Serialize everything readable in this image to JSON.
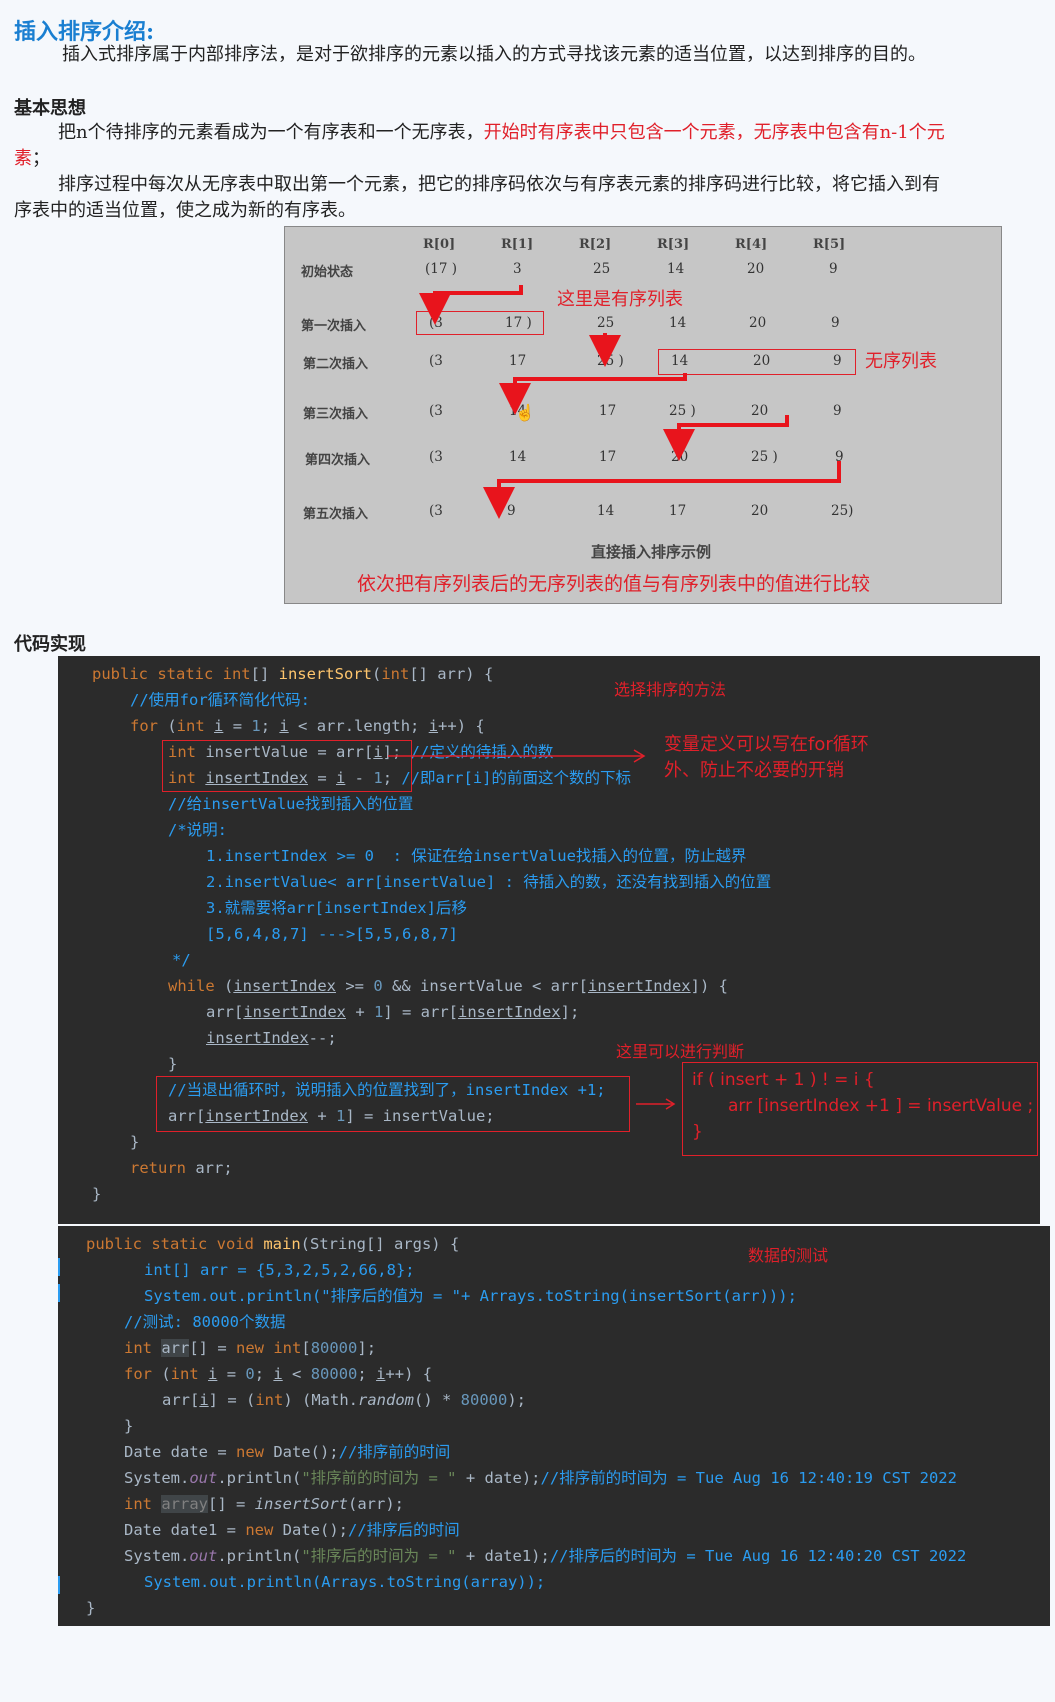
{
  "intro": {
    "title": "插入排序介绍:",
    "text": "插入式排序属于内部排序法，是对于欲排序的元素以插入的方式寻找该元素的适当位置，以达到排序的目的。"
  },
  "idea": {
    "heading": "基本思想",
    "p1_black": "把n个待排序的元素看成为一个有序表和一个无序表，",
    "p1_red": "开始时有序表中只包含一个元素，无序表中包含有n-1个元",
    "p1_red2": "素",
    "p1_end": "；",
    "p2_line1": "排序过程中每次从无序表中取出第一个元素，把它的排序码依次与有序表元素的排序码进行比较，将它插入到有",
    "p2_line2": "序表中的适当位置，使之成为新的有序表。"
  },
  "diagram": {
    "headers": [
      "R[0]",
      "R[1]",
      "R[2]",
      "R[3]",
      "R[4]",
      "R[5]"
    ],
    "rows": [
      {
        "label": "初始状态",
        "cells": [
          "(17 )",
          "3",
          "25",
          "14",
          "20",
          "9"
        ]
      },
      {
        "label": "第一次插入",
        "cells": [
          "(3",
          "17 )",
          "25",
          "14",
          "20",
          "9"
        ]
      },
      {
        "label": "第二次插入",
        "cells": [
          "(3",
          "17",
          "25 )",
          "14",
          "20",
          "9"
        ]
      },
      {
        "label": "第三次插入",
        "cells": [
          "(3",
          "14",
          "17",
          "25 )",
          "20",
          "9"
        ]
      },
      {
        "label": "第四次插入",
        "cells": [
          "(3",
          "14",
          "17",
          "20",
          "25 )",
          "9"
        ]
      },
      {
        "label": "第五次插入",
        "cells": [
          "(3",
          "9",
          "14",
          "17",
          "20",
          "25)"
        ]
      }
    ],
    "caption": "直接插入排序示例",
    "note_ordered": "这里是有序列表",
    "note_unordered": "无序列表",
    "bottom_note": "依次把有序列表后的无序列表的值与有序列表中的值进行比较"
  },
  "code_section": {
    "heading": "代码实现"
  },
  "code_notes": {
    "method": "选择排序的方法",
    "var_note1": "变量定义可以写在for循环",
    "var_note2": "外、防止不必要的开销",
    "judge": "这里可以进行判断",
    "if1": "if ( insert + 1 ) ! = i {",
    "if2": "arr [insertIndex +1 ] = insertValue ;",
    "if3": "}",
    "test": "数据的测试"
  }
}
